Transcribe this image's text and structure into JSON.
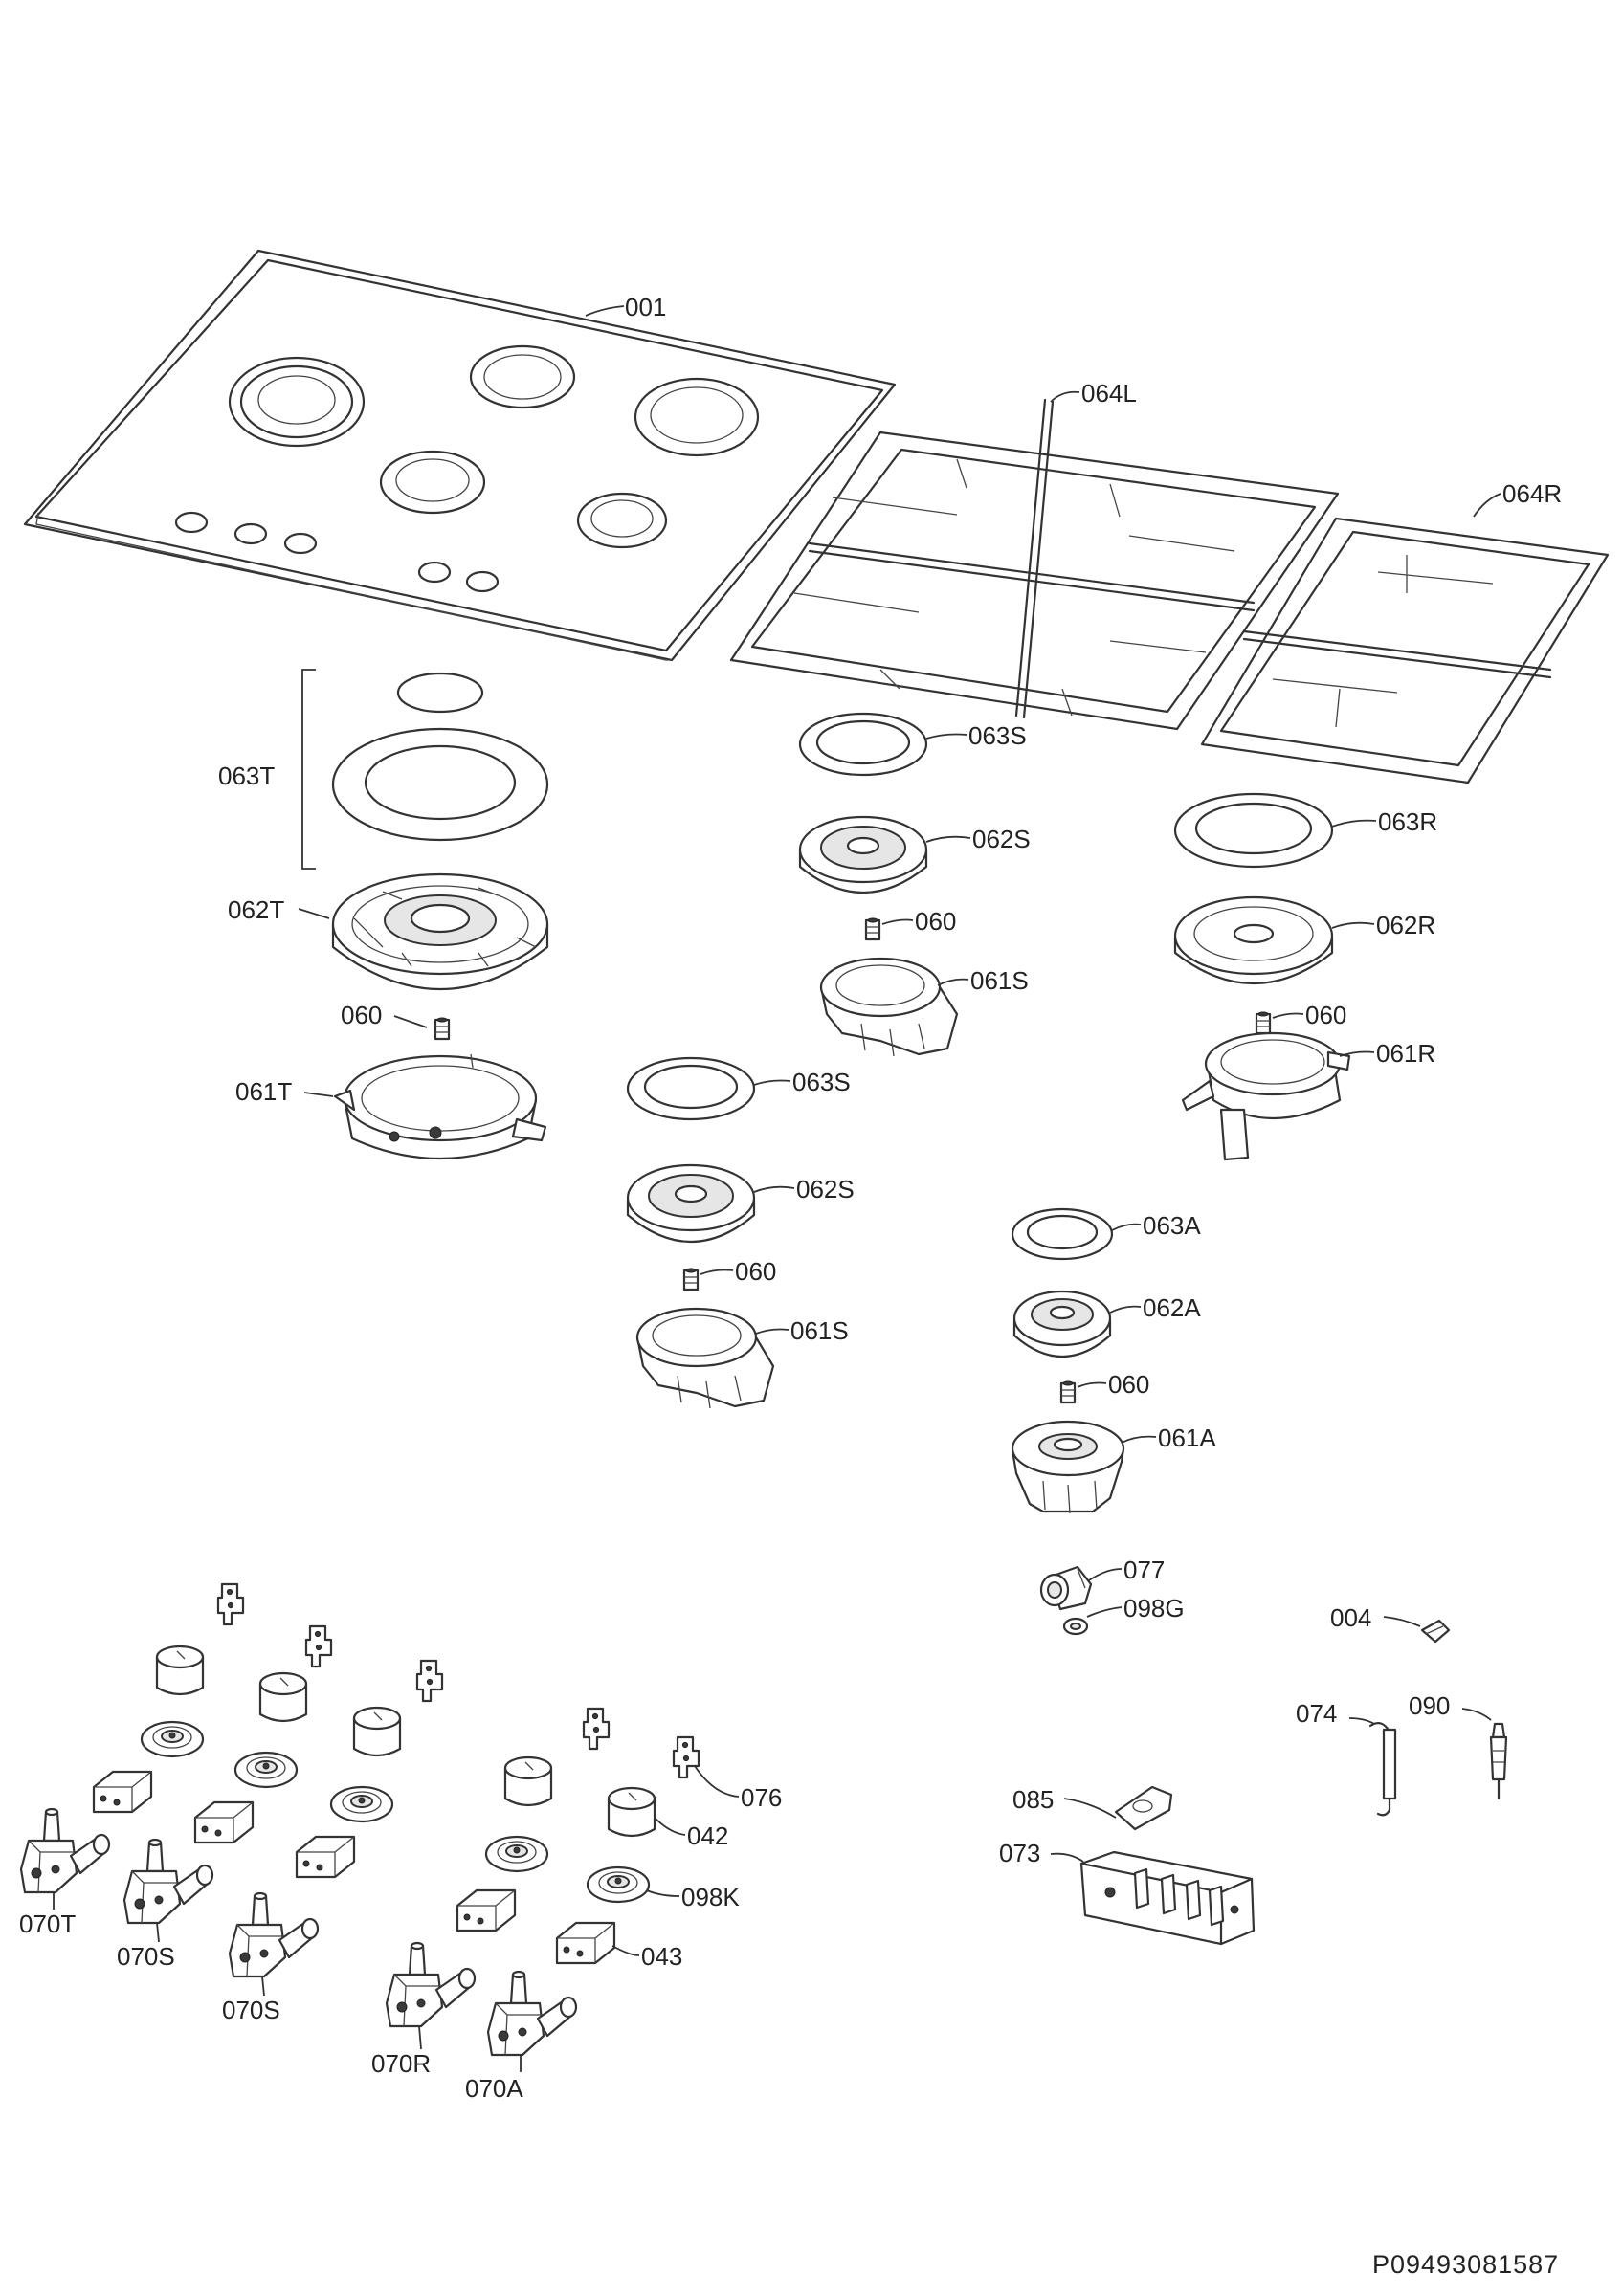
{
  "document_id": "P09493081587",
  "callouts": {
    "c001": "001",
    "c064L": "064L",
    "c064R": "064R",
    "c063T": "063T",
    "c062T": "062T",
    "c060_t": "060",
    "c061T": "061T",
    "c063S_a": "063S",
    "c062S_a": "062S",
    "c060_sa": "060",
    "c061S_a": "061S",
    "c063S_b": "063S",
    "c062S_b": "062S",
    "c060_sb": "060",
    "c061S_b": "061S",
    "c063R": "063R",
    "c062R": "062R",
    "c060_r": "060",
    "c061R": "061R",
    "c063A": "063A",
    "c062A": "062A",
    "c060_a": "060",
    "c061A": "061A",
    "c077": "077",
    "c098G": "098G",
    "c004": "004",
    "c074": "074",
    "c090": "090",
    "c085": "085",
    "c073": "073",
    "c076": "076",
    "c042": "042",
    "c098K": "098K",
    "c043": "043",
    "c070T": "070T",
    "c070S_a": "070S",
    "c070S_b": "070S",
    "c070R": "070R",
    "c070A": "070A"
  }
}
